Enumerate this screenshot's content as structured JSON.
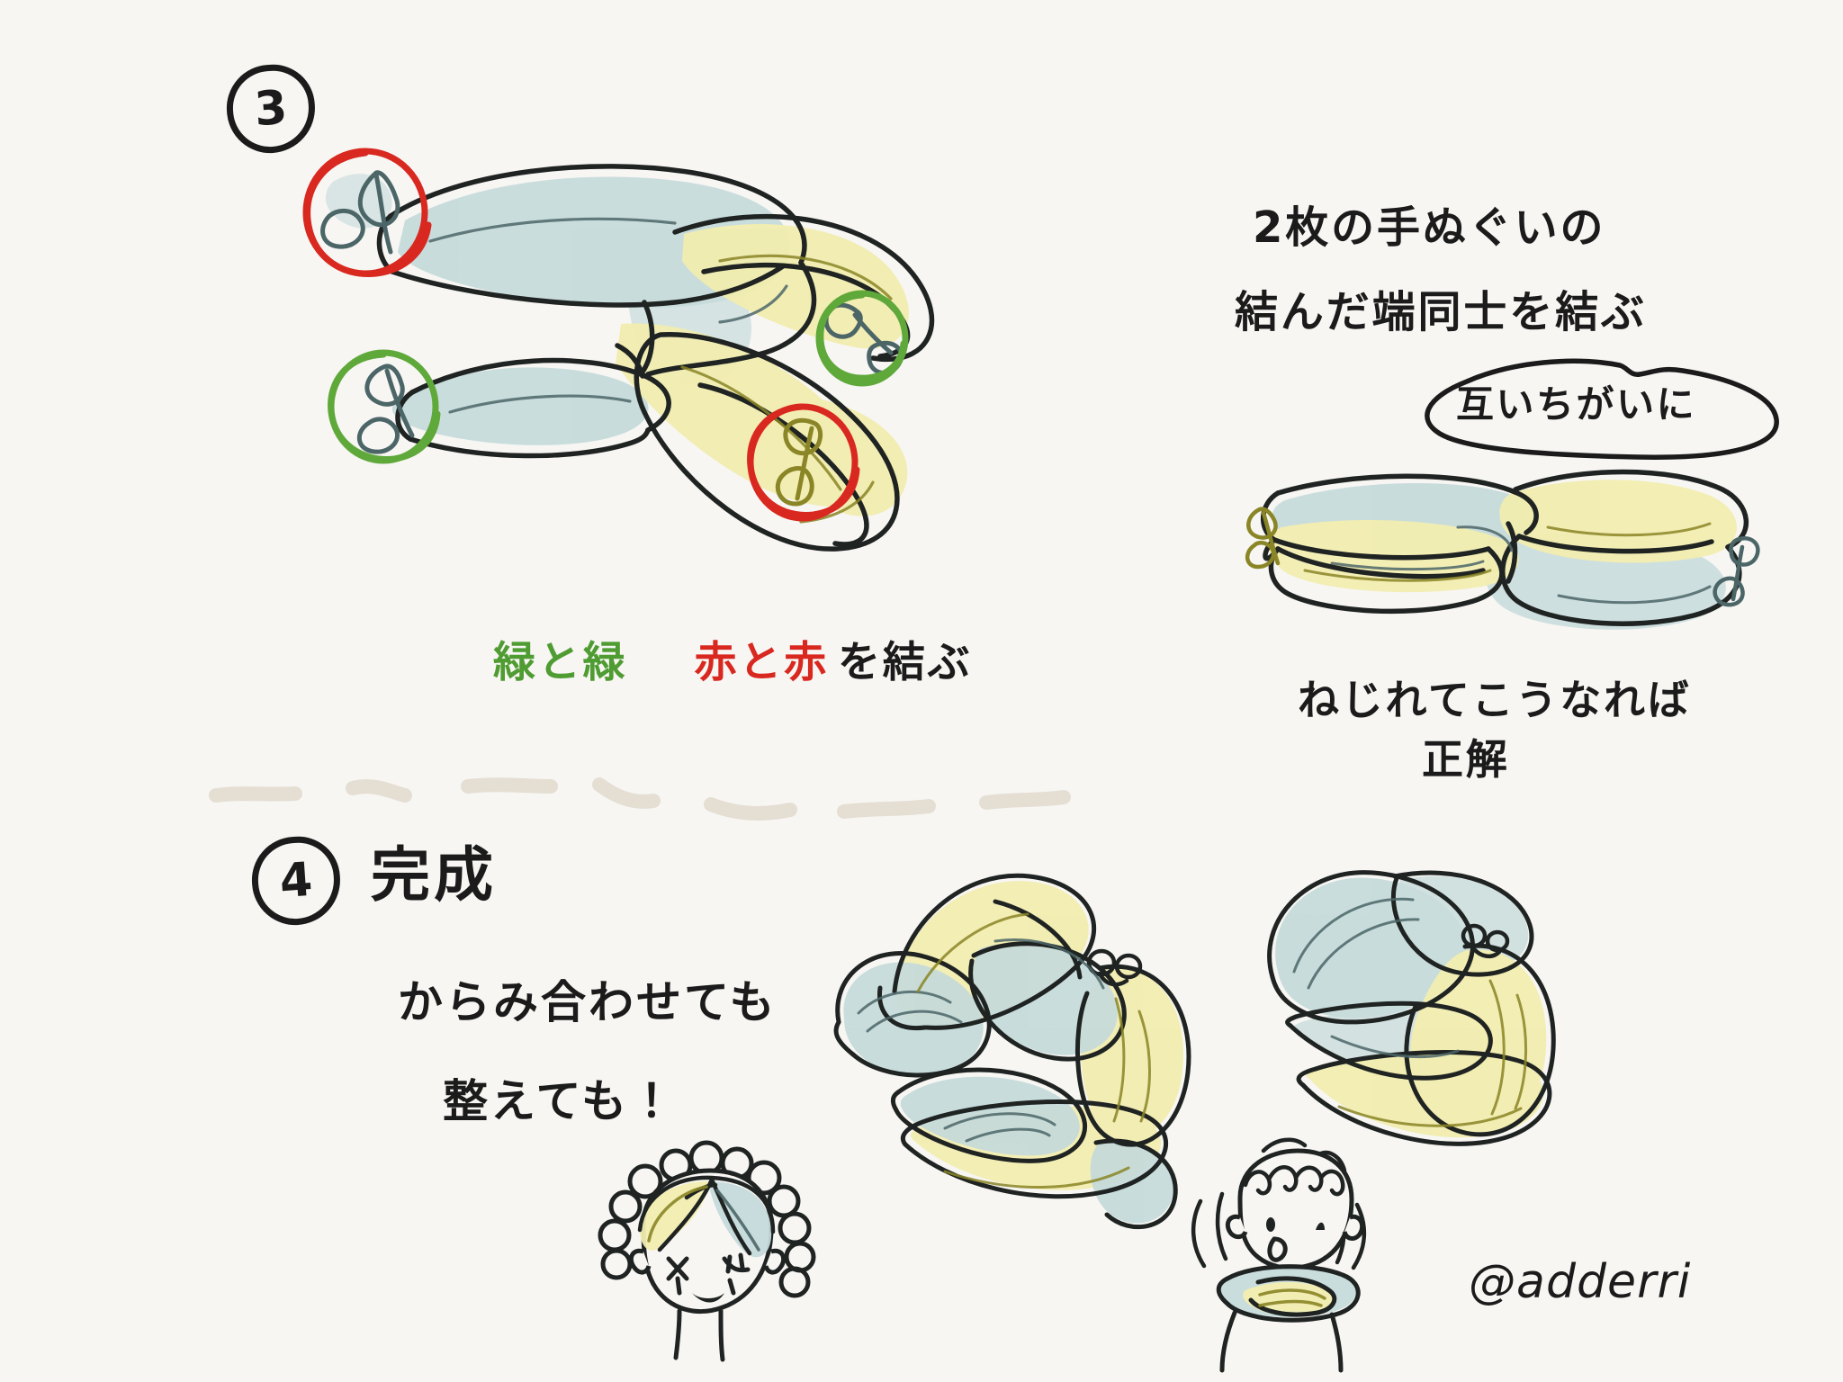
{
  "page": {
    "background_color": "#f7f6f3",
    "ink_color": "#1b1b1b",
    "signature": "@adderri"
  },
  "palette": {
    "fabric_blue": "#c5dadb",
    "fabric_blue_dark": "#4c6668",
    "fabric_yellow": "#f2edb0",
    "fabric_yellow_dark": "#8a8526",
    "marker_red": "#d8281f",
    "marker_green": "#5fa83a",
    "divider_beige": "#e5ded3"
  },
  "step3": {
    "number": "3",
    "callout_line1": "2枚の手ぬぐいの",
    "callout_line2": "結んだ端同士を結ぶ",
    "bubble_text": "互いちがいに",
    "caption_green": "緑と緑",
    "caption_red": "赤と赤",
    "caption_black": "を結ぶ",
    "result_caption_line1": "ねじれてこうなれば",
    "result_caption_line2": "正解",
    "markers": [
      {
        "color_name": "red",
        "color": "#d8281f",
        "position": "upper-left-knot"
      },
      {
        "color_name": "green",
        "color": "#5fa83a",
        "position": "lower-left-knot"
      },
      {
        "color_name": "green",
        "color": "#5fa83a",
        "position": "right-upper-knot"
      },
      {
        "color_name": "red",
        "color": "#d8281f",
        "position": "right-lower-knot"
      }
    ]
  },
  "step4": {
    "number": "4",
    "title": "完成",
    "line1": "からみ合わせても",
    "line2": "整えても！"
  },
  "divider": {
    "style": "dashed-brush",
    "color": "#e5ded3",
    "dash_count": 6
  }
}
